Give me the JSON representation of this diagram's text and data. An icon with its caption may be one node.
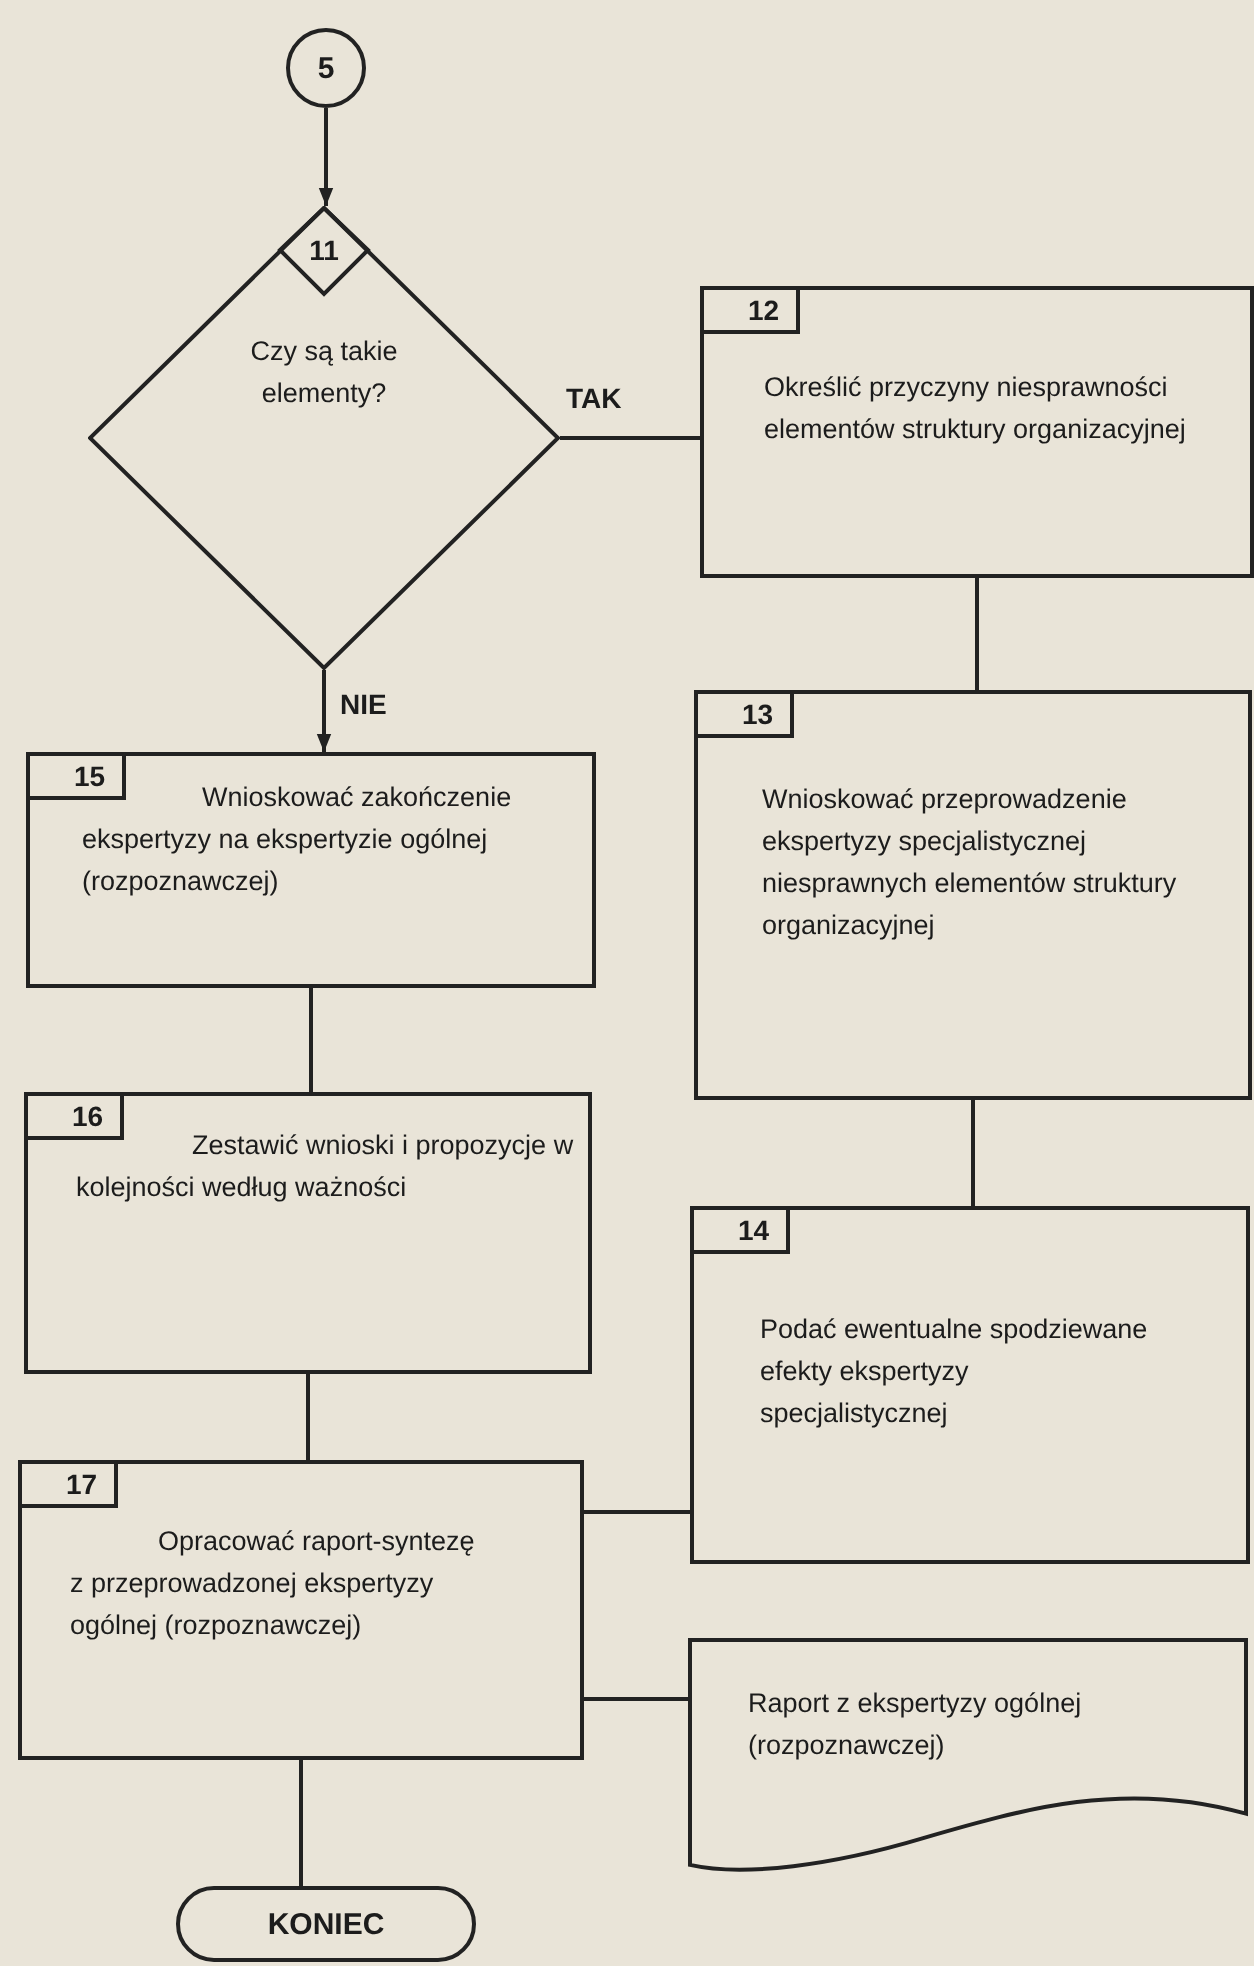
{
  "diagram": {
    "nodes": [
      {
        "text": [
          "5"
        ]
      },
      {
        "text": [
          "11",
          "Czy są takie elementy?"
        ]
      },
      {
        "text": [
          "12",
          "Określić przyczyny niesprawności elementów struktury organizacyjnej"
        ]
      },
      {
        "text": [
          "13",
          "Wnioskować przeprowadzenie ekspertyzy specjalistycznej niesprawnych elementów struktury organizacyjnej"
        ]
      },
      {
        "text": [
          "14",
          "Podać ewentualne spodziewane efekty ekspertyzy specjalistycznej"
        ]
      },
      {
        "text": [
          "15",
          "Wnioskować zakończenie ekspertyzy na ekspertyzie ogólnej (rozpoznawczej)"
        ]
      },
      {
        "text": [
          "16",
          "Zestawić wnioski i propozycje w kolejności według ważności"
        ]
      },
      {
        "text": [
          "17",
          "Opracować raport-syntezę z przeprowadzonej ekspertyzy ogólnej (rozpoznawczej)"
        ]
      },
      {
        "text": [
          "Raport z ekspertyzy ogólnej (rozpoznawczej)"
        ]
      },
      {
        "text": [
          "KONIEC"
        ]
      }
    ],
    "edges": [
      {
        "from": 0,
        "to": 1,
        "arrow": "to"
      },
      {
        "from": 1,
        "to": 2,
        "arrow": "none",
        "label": "TAK"
      },
      {
        "from": 1,
        "to": 5,
        "arrow": "to",
        "label": "NIE"
      },
      {
        "from": 2,
        "to": 3,
        "arrow": "none"
      },
      {
        "from": 3,
        "to": 4,
        "arrow": "none"
      },
      {
        "from": 5,
        "to": 6,
        "arrow": "none"
      },
      {
        "from": 6,
        "to": 7,
        "arrow": "none"
      },
      {
        "from": 4,
        "to": 7,
        "arrow": "none"
      },
      {
        "from": 7,
        "to": 8,
        "arrow": "none"
      },
      {
        "from": 7,
        "to": 9,
        "arrow": "none"
      }
    ]
  }
}
